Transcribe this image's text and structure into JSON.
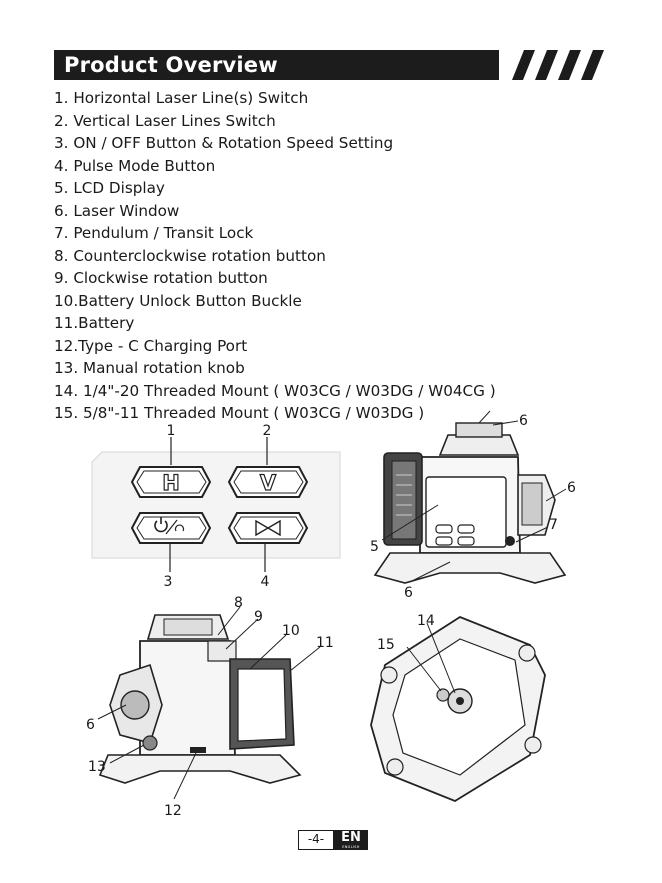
{
  "header": {
    "title": "Product Overview"
  },
  "parts": [
    "1. Horizontal Laser Line(s) Switch",
    "2. Vertical Laser Lines Switch",
    "3. ON / OFF Button & Rotation Speed Setting",
    "4. Pulse Mode Button",
    "5. LCD Display",
    "6. Laser Window",
    "7. Pendulum / Transit Lock",
    "8. Counterclockwise rotation button",
    "9. Clockwise rotation button",
    "10.Battery Unlock Button Buckle",
    "11.Battery",
    "12.Type - C Charging Port",
    "13. Manual rotation knob",
    "14. 1/4\"-20 Threaded Mount ( W03CG / W03DG / W04CG )",
    "15. 5/8\"-11 Threaded Mount ( W03CG / W03DG )"
  ],
  "keypad": {
    "h_key": "H",
    "v_key": "V",
    "callouts": [
      "1",
      "2",
      "3",
      "4"
    ]
  },
  "front_view": {
    "callouts": [
      "6",
      "6",
      "7",
      "5",
      "6"
    ]
  },
  "side_view": {
    "callouts": [
      "8",
      "9",
      "10",
      "11",
      "6",
      "13",
      "12"
    ]
  },
  "bottom_view": {
    "callouts": [
      "14",
      "15"
    ]
  },
  "footer": {
    "page": "-4-",
    "language": "EN",
    "language_sub": "ENGLISH"
  }
}
